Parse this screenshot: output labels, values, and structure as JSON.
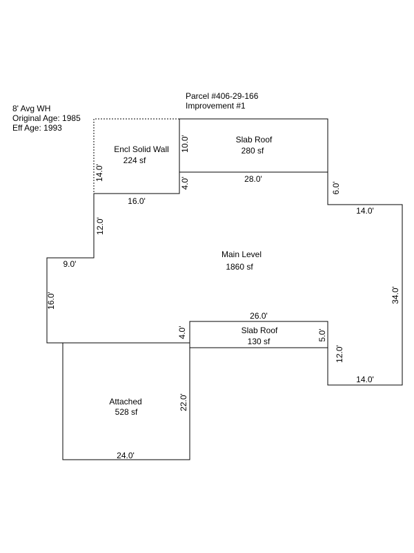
{
  "header": {
    "parcel": "Parcel #406-29-166",
    "improvement": "Improvement #1",
    "wall_height": "8' Avg WH",
    "original_age": "Original Age: 1985",
    "eff_age": "Eff Age: 1993"
  },
  "areas": {
    "encl_solid_wall": {
      "name": "Encl Solid Wall",
      "area": "224 sf"
    },
    "slab_roof_top": {
      "name": "Slab Roof",
      "area": "280 sf"
    },
    "main_level": {
      "name": "Main Level",
      "area": "1860 sf"
    },
    "slab_roof_bottom": {
      "name": "Slab Roof",
      "area": "130 sf"
    },
    "attached": {
      "name": "Attached",
      "area": "528 sf"
    }
  },
  "dimensions": {
    "encl_left": "14.0'",
    "encl_bottom": "16.0'",
    "slab_top_left": "10.0'",
    "slab_top_bottom": "28.0'",
    "step_4_upper": "4.0'",
    "right_step": "6.0'",
    "right_top": "14.0'",
    "right_side": "34.0'",
    "right_bottom": "14.0'",
    "left_upper": "12.0'",
    "left_step": "9.0'",
    "left_side": "16.0'",
    "step_4_lower": "4.0'",
    "slab_bottom_top": "26.0'",
    "slab_bottom_right": "5.0'",
    "lower_right": "12.0'",
    "attached_right": "22.0'",
    "attached_bottom": "24.0'"
  }
}
